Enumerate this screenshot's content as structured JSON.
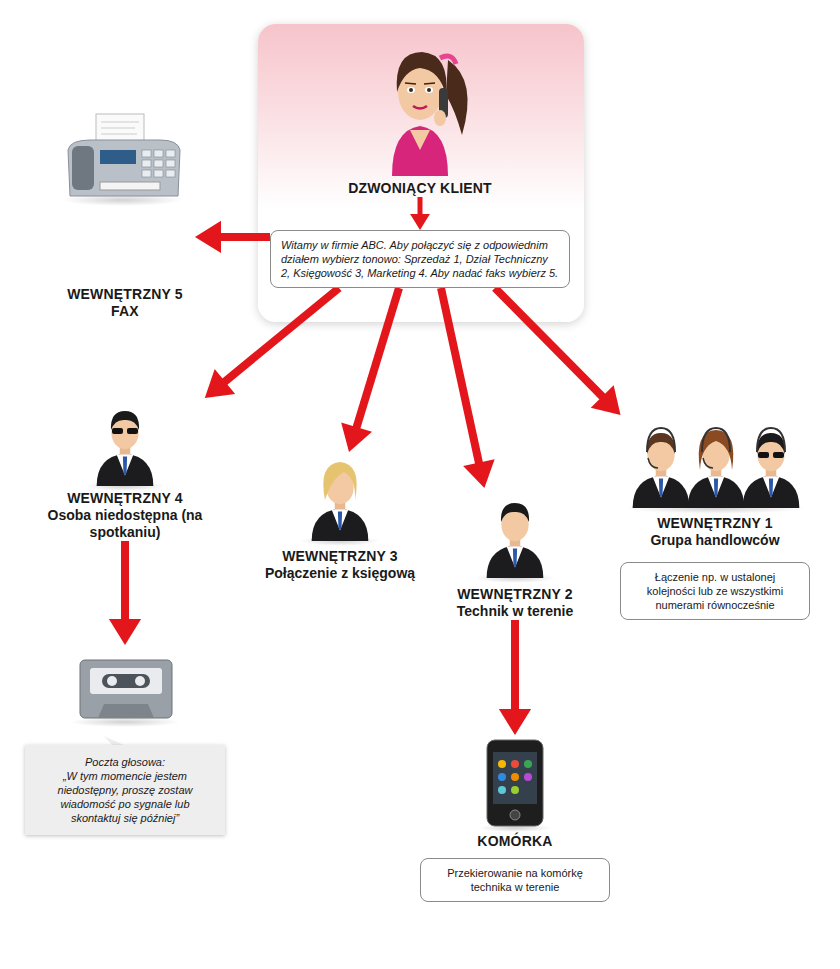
{
  "diagram": {
    "nodes": [
      {
        "text": [
          "DZWONIĄCY KLIENT"
        ]
      },
      {
        "text": [
          "Witamy w firmie ABC. Aby połączyć się z odpowiednim działem wybierz tonowo: Sprzedaż 1, Dział Techniczny 2, Księgowość 3, Marketing 4. Aby nadać faks wybierz 5."
        ]
      },
      {
        "text": [
          "WEWNĘTRZNY 5",
          "FAX"
        ]
      },
      {
        "text": [
          "WEWNĘTRZNY 4",
          "Osoba niedostępna (na spotkaniu)"
        ]
      },
      {
        "text": [
          "WEWNĘTRZNY 3",
          "Połączenie z księgową"
        ]
      },
      {
        "text": [
          "WEWNĘTRZNY 2",
          "Technik w terenie"
        ]
      },
      {
        "text": [
          "WEWNĘTRZNY 1",
          "Grupa handlowców"
        ]
      },
      {
        "text": [
          "Łączenie np. w ustalonej kolejności lub ze wszystkimi numerami równocześnie"
        ]
      },
      {
        "text": [
          "Poczta głosowa:",
          "„W tym momencie jestem niedostępny, proszę zostaw wiadomość po sygnale lub skontaktuj się później”"
        ]
      },
      {
        "text": [
          "KOMÓRKA",
          "Przekierowanie na komórkę technika w terenie"
        ]
      }
    ],
    "edges": [
      {
        "from": 0,
        "to": 1,
        "arrow": "to"
      },
      {
        "from": 1,
        "to": 2,
        "arrow": "to"
      },
      {
        "from": 1,
        "to": 3,
        "arrow": "to"
      },
      {
        "from": 1,
        "to": 4,
        "arrow": "to"
      },
      {
        "from": 1,
        "to": 5,
        "arrow": "to"
      },
      {
        "from": 1,
        "to": 6,
        "arrow": "to"
      },
      {
        "from": 3,
        "to": 8,
        "arrow": "to"
      },
      {
        "from": 5,
        "to": 9,
        "arrow": "to"
      }
    ]
  }
}
